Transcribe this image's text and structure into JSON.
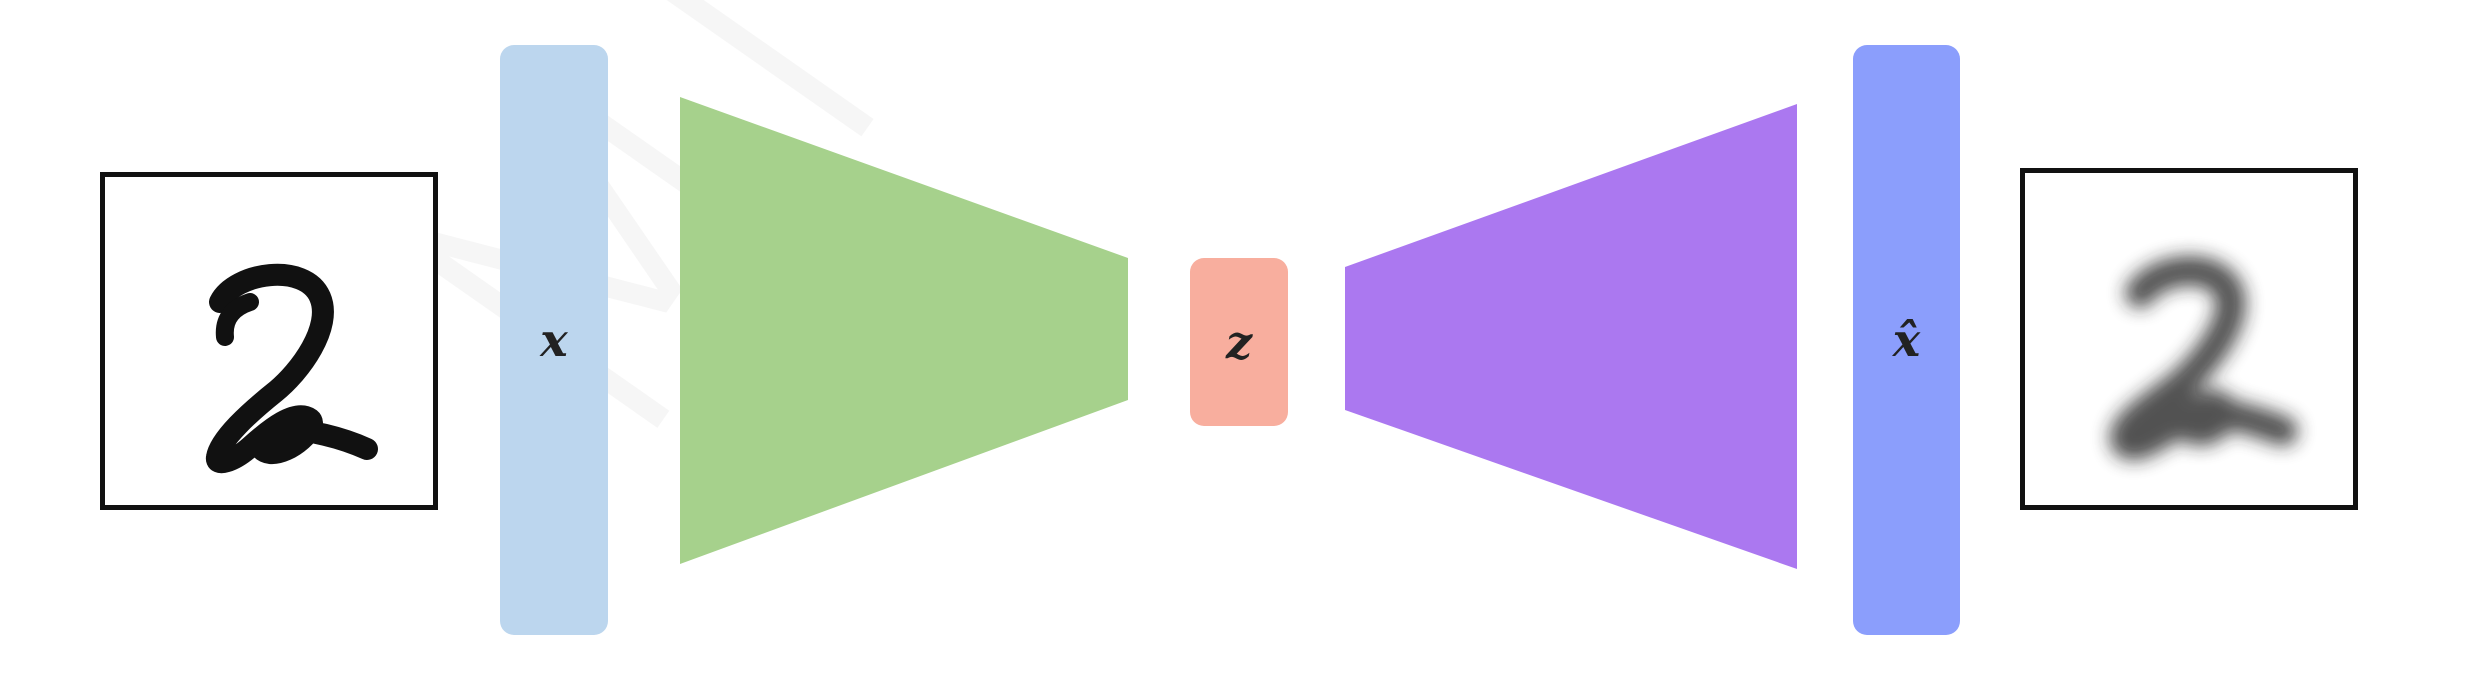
{
  "diagram": {
    "input_label": "x",
    "latent_label": "z",
    "output_label": "x̂",
    "watermark_text": "MIT 6.S191"
  },
  "colors": {
    "input_bar": "#bcd6ee",
    "encoder": "#a6d18c",
    "latent": "#f8ae9e",
    "decoder": "#ab78f0",
    "output_bar": "#8b9efc",
    "frame": "#111111",
    "digit": "#111111"
  },
  "icons": {
    "input_image": "handwritten-digit-2-sharp",
    "output_image": "handwritten-digit-2-blurry"
  }
}
